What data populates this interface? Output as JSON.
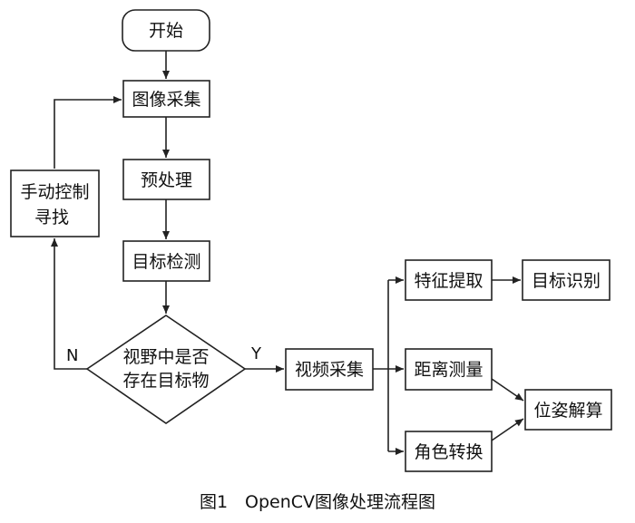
{
  "nodes": {
    "start": "开始",
    "capture": "图像采集",
    "preprocess": "预处理",
    "detect": "目标检测",
    "decision": [
      "视野中是否",
      "存在目标物"
    ],
    "manual": [
      "手动控制",
      "寻找"
    ],
    "video": "视频采集",
    "feature": "特征提取",
    "recognize": "目标识别",
    "distance": "距离测量",
    "angle": "角色转换",
    "pose": "位姿解算"
  },
  "branches": {
    "yes": "Y",
    "no": "N"
  },
  "caption": "图1　OpenCV图像处理流程图"
}
